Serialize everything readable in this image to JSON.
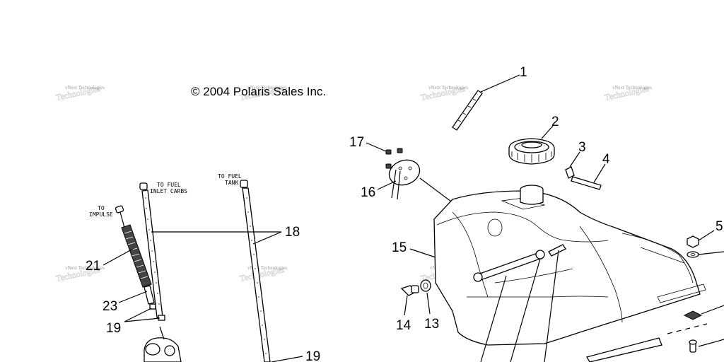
{
  "copyright": "© 2004 Polaris Sales Inc.",
  "notes": {
    "to_impulse_1": "TO",
    "to_impulse_2": "IMPULSE",
    "to_fuel_inlet_1": "TO FUEL",
    "to_fuel_inlet_2": "INLET CARBS",
    "to_fuel_tank_1": "TO FUEL",
    "to_fuel_tank_2": "TANK"
  },
  "watermark": {
    "line1": "vNext Technologies",
    "line2": "Technologies"
  },
  "callouts": {
    "c1": "1",
    "c2": "2",
    "c3": "3",
    "c4": "4",
    "c5": "5",
    "c13": "13",
    "c14": "14",
    "c15": "15",
    "c16": "16",
    "c17": "17",
    "c18": "18",
    "c19a": "19",
    "c19b": "19",
    "c21": "21",
    "c23": "23"
  }
}
